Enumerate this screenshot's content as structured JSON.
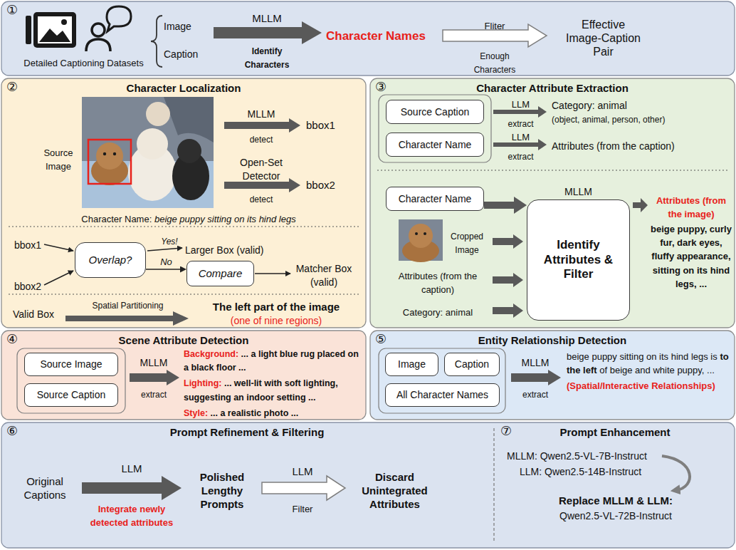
{
  "diagram": {
    "nodes": [
      {
        "text": [
          "①"
        ]
      },
      {
        "text": [
          "②",
          "Character Localization"
        ]
      },
      {
        "text": [
          "Overlap?"
        ],
        "in": 1
      },
      {
        "text": [
          "Compare"
        ],
        "in": 1
      },
      {
        "text": [
          "③",
          "Character Attribute Extraction"
        ]
      },
      {
        "text": [
          "Source Caption"
        ],
        "in": 4
      },
      {
        "text": [
          "Character Name"
        ],
        "in": 4
      },
      {
        "text": [
          "Character Name"
        ],
        "in": 4
      },
      {
        "text": [
          "Identify Attributes & Filter"
        ],
        "in": 4
      },
      {
        "text": [
          "④",
          "Scene Attribute Detection"
        ]
      },
      {
        "text": [
          "Source Image"
        ],
        "in": 9
      },
      {
        "text": [
          "Source Caption"
        ],
        "in": 9
      },
      {
        "text": [
          "⑤",
          "Entity Relationship Detection"
        ]
      },
      {
        "text": [
          "Image"
        ],
        "in": 12
      },
      {
        "text": [
          "Caption"
        ],
        "in": 12
      },
      {
        "text": [
          "All Character Names"
        ],
        "in": 12
      },
      {
        "text": [
          "⑥",
          "Prompt Refinement & Filtering"
        ]
      },
      {
        "text": [
          "⑦",
          "Prompt Enhancement"
        ]
      }
    ],
    "edges": [
      {
        "from": 2,
        "to": 3,
        "label": "No",
        "arrow": "to"
      },
      {
        "from": 7,
        "to": 8,
        "arrow": "to"
      }
    ],
    "labels": [
      "Detailed Captioning Datasets",
      "Image",
      "Caption",
      "MLLM",
      "Identify Characters",
      "Character Names",
      "Fliter",
      "Enough Characters",
      "Effective Image-Caption Pair",
      "Source Image",
      "MLLM",
      "detect",
      "bbox1",
      "Open-Set Detector",
      "detect",
      "bbox2",
      "Character Name:",
      "beige puppy sitting on its hind legs",
      "bbox1",
      "bbox2",
      "Yes!",
      "Larger Box (valid)",
      "Matcher Box (valid)",
      "Valid Box",
      "Spatial Partitioning",
      "The left part of the image",
      "(one of nine regions)",
      "LLM",
      "extract",
      "Category: animal",
      "(object, animal, person, other)",
      "LLM",
      "extract",
      "Attributes (from the caption)",
      "MLLM",
      "Cropped Image",
      "Attributes (from the caption)",
      "Category: animal",
      "Attributes (from the image)",
      "beige puppy, curly fur, dark eyes, fluffy appearance, sitting on its hind legs, ...",
      "MLLM",
      "extract",
      "Background:",
      "... a light blue rug placed on a black floor ...",
      "Lighting:",
      "... well-lit with soft lighting, suggesting an indoor setting ...",
      "Style:",
      "... a realistic photo ...",
      "MLLM",
      "extract",
      "beige puppy sitting on its hind legs is",
      "to the left",
      "of beige and white puppy, ...",
      "(Spatial/Interactive Relationships)",
      "Original Captions",
      "LLM",
      "Integrate newly detected attributes",
      "Polished Lengthy Prompts",
      "LLM",
      "Filter",
      "Discard Unintegrated Attributes",
      "MLLM: Qwen2.5-VL-7B-Instruct",
      "LLM: Qwen2.5-14B-Instruct",
      "Replace MLLM & LLM:",
      "Qwen2.5-VL-72B-Instruct"
    ]
  }
}
